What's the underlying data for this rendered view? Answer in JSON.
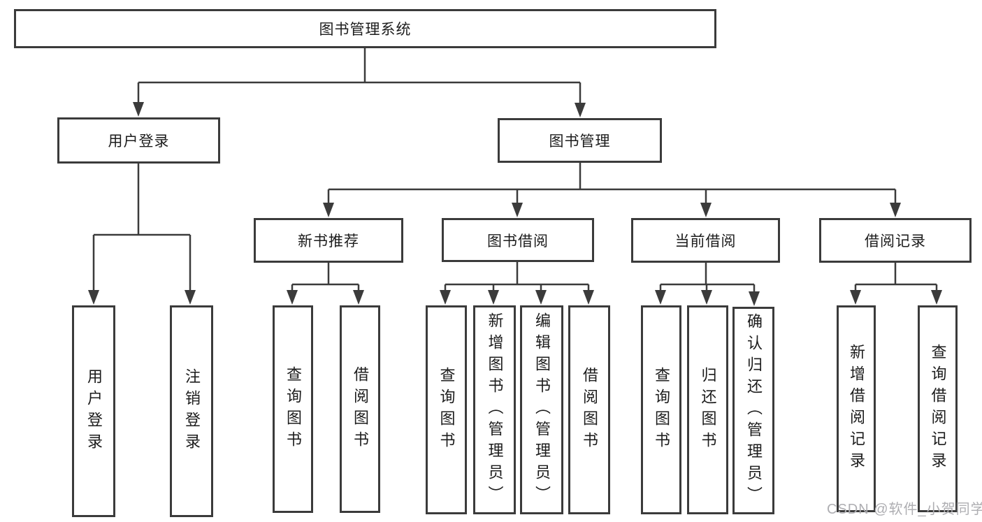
{
  "diagram": {
    "title": "图书管理系统",
    "tree": {
      "label": "图书管理系统",
      "children": [
        {
          "label": "用户登录",
          "children": [
            {
              "label": "用户登录"
            },
            {
              "label": "注销登录"
            }
          ]
        },
        {
          "label": "图书管理",
          "children": [
            {
              "label": "新书推荐",
              "children": [
                {
                  "label": "查询图书"
                },
                {
                  "label": "借阅图书"
                }
              ]
            },
            {
              "label": "图书借阅",
              "children": [
                {
                  "label": "查询图书"
                },
                {
                  "label": "新增图书（管理员）"
                },
                {
                  "label": "编辑图书（管理员）"
                },
                {
                  "label": "借阅图书"
                }
              ]
            },
            {
              "label": "当前借阅",
              "children": [
                {
                  "label": "查询图书"
                },
                {
                  "label": "归还图书"
                },
                {
                  "label": "确认归还（管理员）"
                }
              ]
            },
            {
              "label": "借阅记录",
              "children": [
                {
                  "label": "新增借阅记录"
                },
                {
                  "label": "查询借阅记录"
                }
              ]
            }
          ]
        }
      ]
    }
  },
  "watermark": "CSDN @软件_小贺同学",
  "colors": {
    "line": "#3b3b3b",
    "text": "#1c1c1c",
    "watermark": "#aeaeb2",
    "background": "#ffffff"
  }
}
